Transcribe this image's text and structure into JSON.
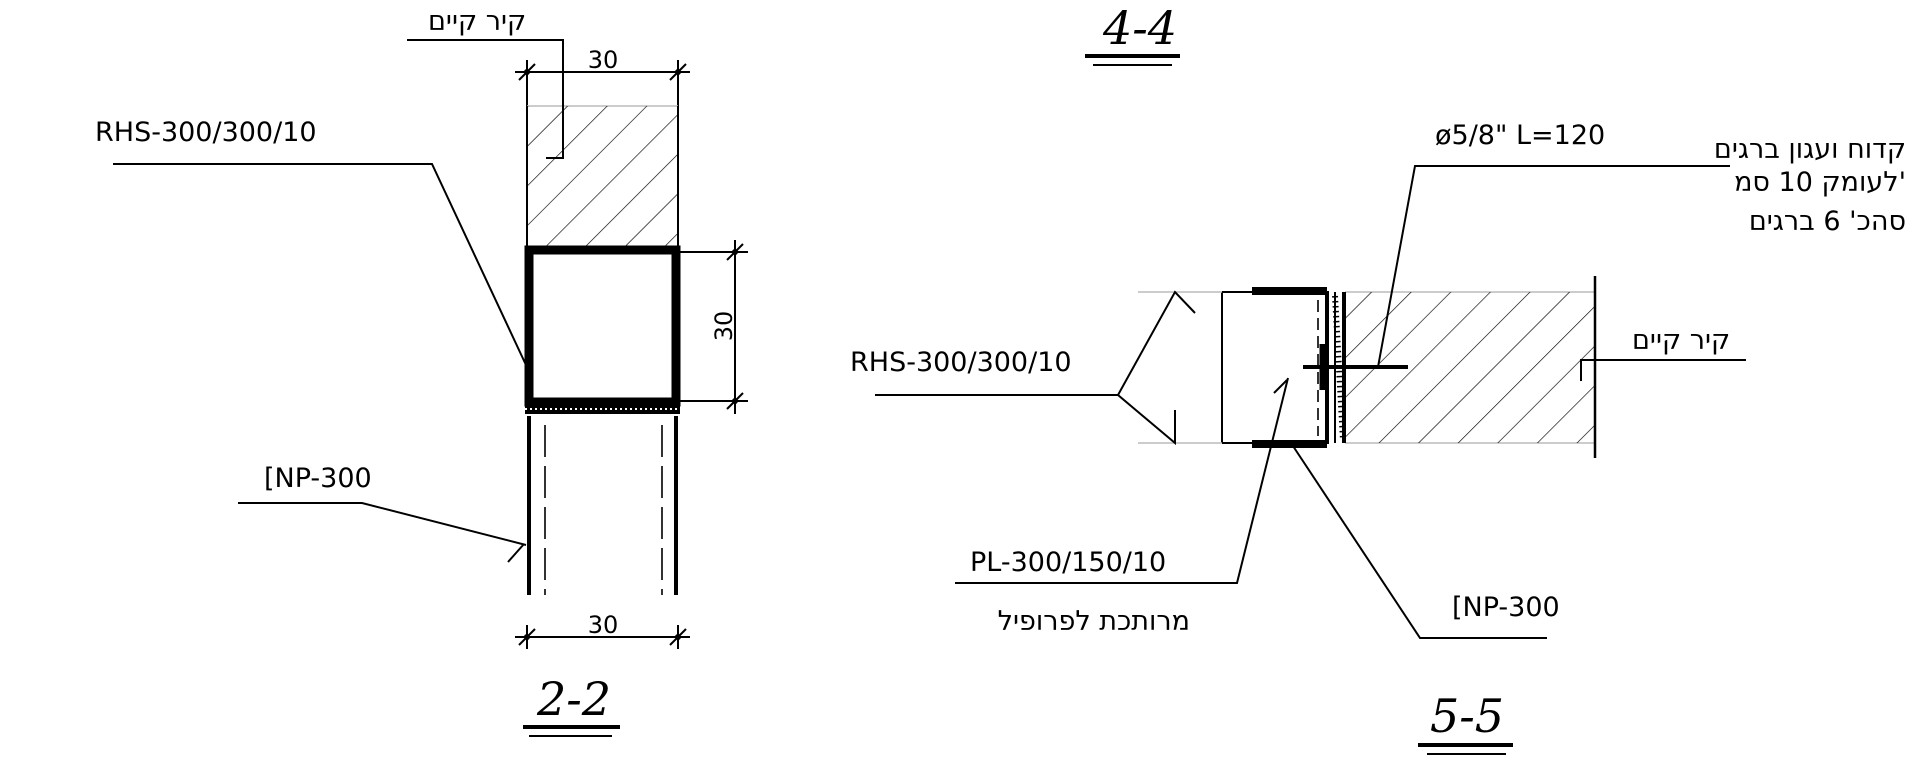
{
  "sections": {
    "s22": {
      "title": "2-2",
      "top_dim": "30",
      "side_dim": "30",
      "bottom_dim": "30",
      "wall_label": "קיר קיים",
      "rhs_label": "RHS-300/300/10",
      "np_label": "[NP-300"
    },
    "s44": {
      "title": "4-4"
    },
    "s55": {
      "title": "5-5",
      "bolt_label": "ø5/8\"  L=120",
      "anchor_note": [
        "קדוח ועגון ברגים",
        "לעומק 10 סמ'",
        "סהכ' 6 ברגים"
      ],
      "wall_label": "קיר קיים",
      "rhs_label": "RHS-300/300/10",
      "plate_label": "PL-300/150/10",
      "plate_note": "מרותכת לפרופיל",
      "np_label": "[NP-300"
    }
  }
}
